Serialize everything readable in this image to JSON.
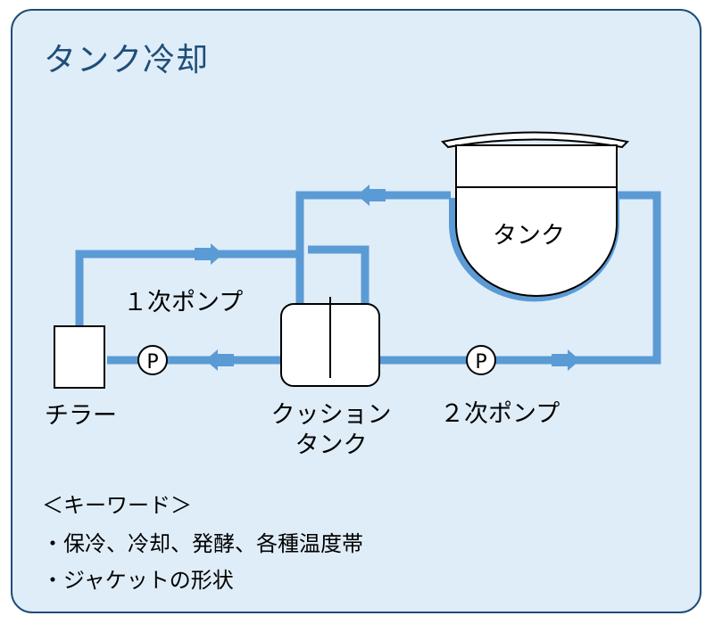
{
  "title": "タンク冷却",
  "labels": {
    "tank": "タンク",
    "primary_pump": "１次ポンプ",
    "secondary_pump": "２次ポンプ",
    "chiller": "チラー",
    "cushion_tank_line1": "クッション",
    "cushion_tank_line2": "タンク",
    "pump_symbol": "P"
  },
  "keywords": {
    "heading": "＜キーワード＞",
    "items": [
      "・保冷、冷却、発酵、各種温度帯",
      "・ジャケットの形状"
    ]
  },
  "colors": {
    "pipe": "#5b9bd5",
    "title": "#1f4e79",
    "panel_bg": "#dfedf8",
    "panel_border": "#1f4e79"
  }
}
